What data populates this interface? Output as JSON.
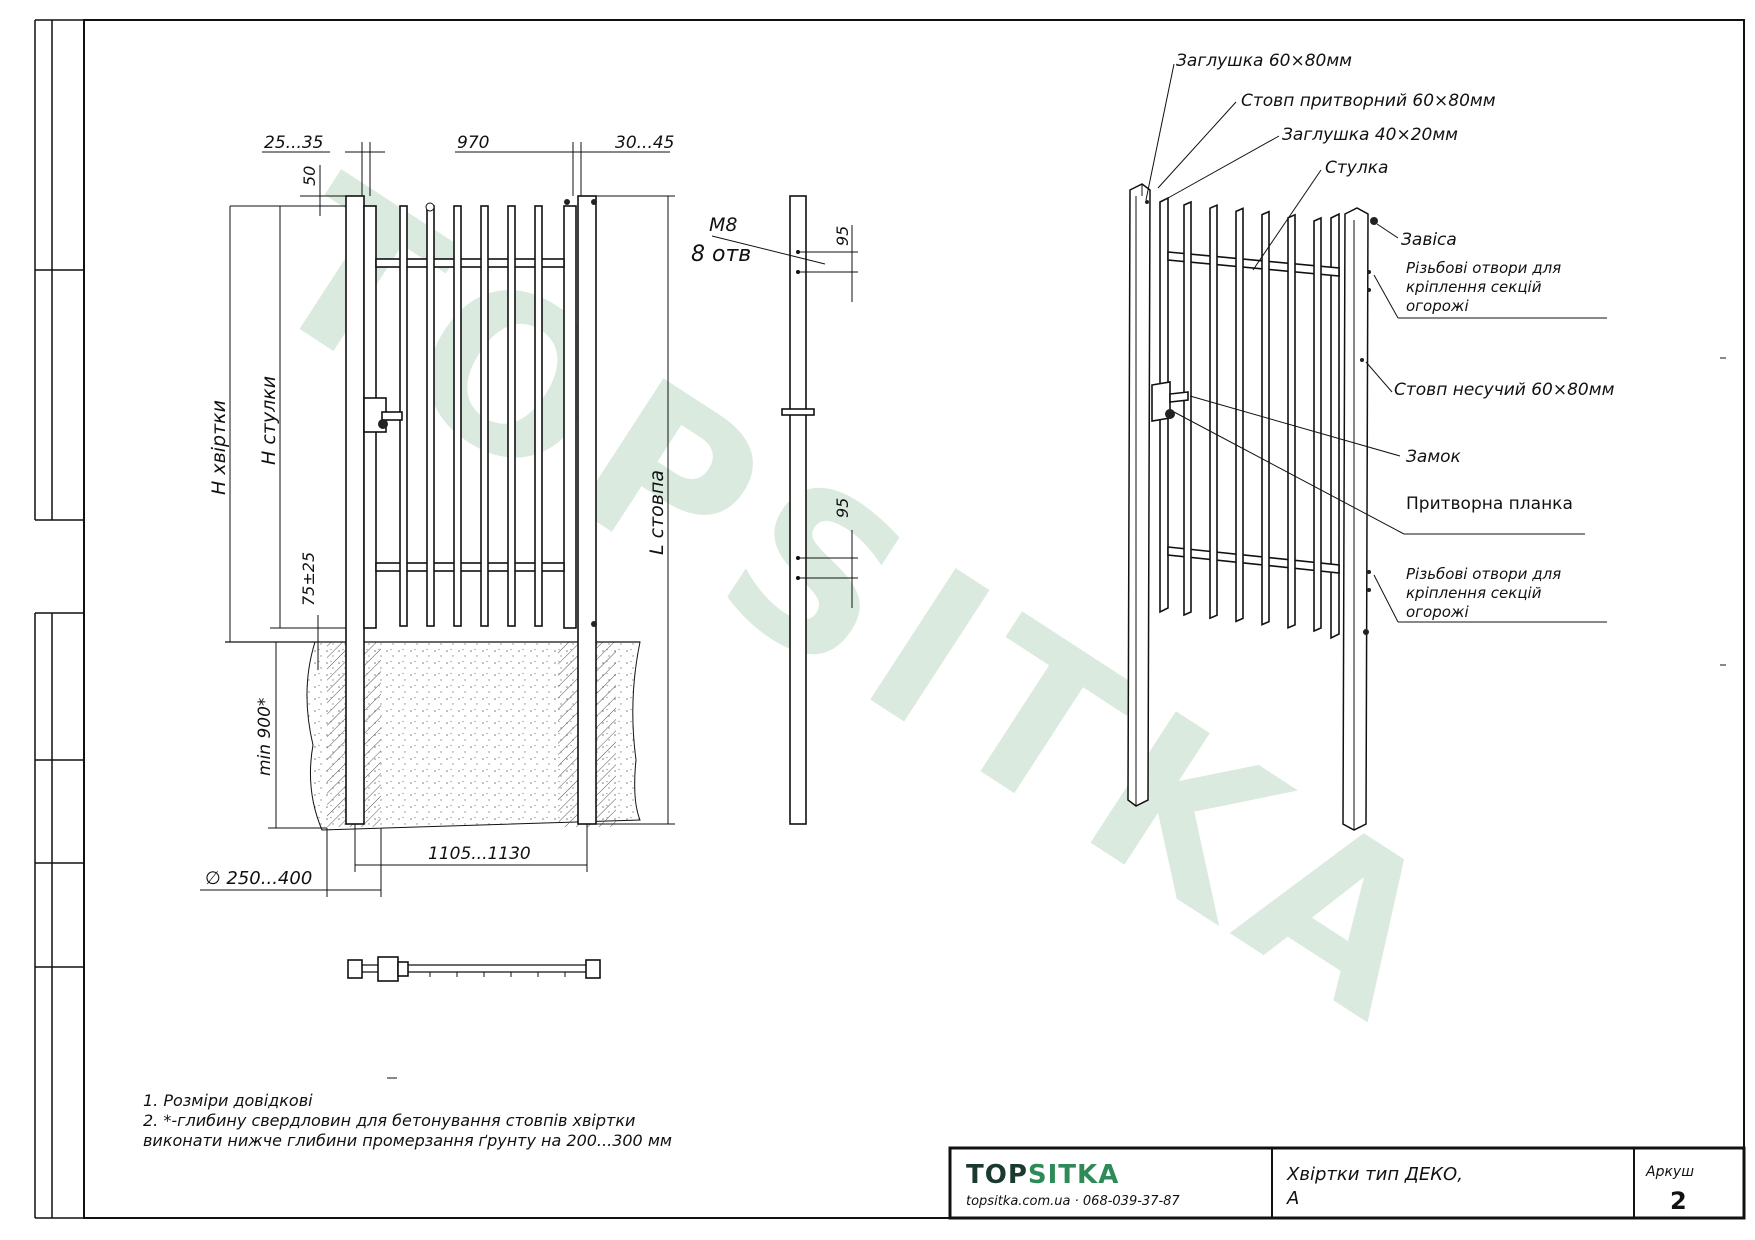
{
  "watermark": "TOPSITKA",
  "dimensions": {
    "left_offset": "25...35",
    "width": "970",
    "right_offset": "30...45",
    "top_gap": "50",
    "h_gate": "H хвіртки",
    "h_post": "H стулки",
    "l_post": "L стовпа",
    "bottom_gap": "75±25",
    "min_depth": "min 900*",
    "span": "1105...1130",
    "hole_diameter": "∅ 250...400"
  },
  "post_detail": {
    "bolt": "M8",
    "holes": "8 отв",
    "spacing_top": "95",
    "spacing_bottom": "95"
  },
  "callouts": {
    "cap_60x80": "Заглушка 60×80мм",
    "closing_post": "Стовп притворний 60×80мм",
    "cap_40x20": "Заглушка 40×20мм",
    "leaf": "Стулка",
    "hinge": "Завіса",
    "threaded_holes_1": [
      "Різьбові отвори для",
      "кріплення секцій",
      "огорожі"
    ],
    "bearing_post": "Стовп несучий 60×80мм",
    "lock": "Замок",
    "striker": "Притворна планка",
    "threaded_holes_2": [
      "Різьбові отвори для",
      "кріплення секцій",
      "огорожі"
    ]
  },
  "notes": [
    "1. Розміри довідкові",
    "2. *-глибину свердловин для бетонування стовпів хвіртки",
    "виконати нижче глибини промерзання ґрунту на 200...300 мм"
  ],
  "title_block": {
    "brand_dark": "TOP",
    "brand_green": "SITKA",
    "contact": "topsitka.com.ua · 068-039-37-87",
    "title_line1": "Хвіртки тип ДЕКО,",
    "title_line2": "А",
    "sheet_label": "Аркуш",
    "sheet_number": "2"
  },
  "colors": {
    "brand_dark": "#1b3a2e",
    "brand_green": "#2e8b57",
    "watermark": "#cfe3d4"
  }
}
